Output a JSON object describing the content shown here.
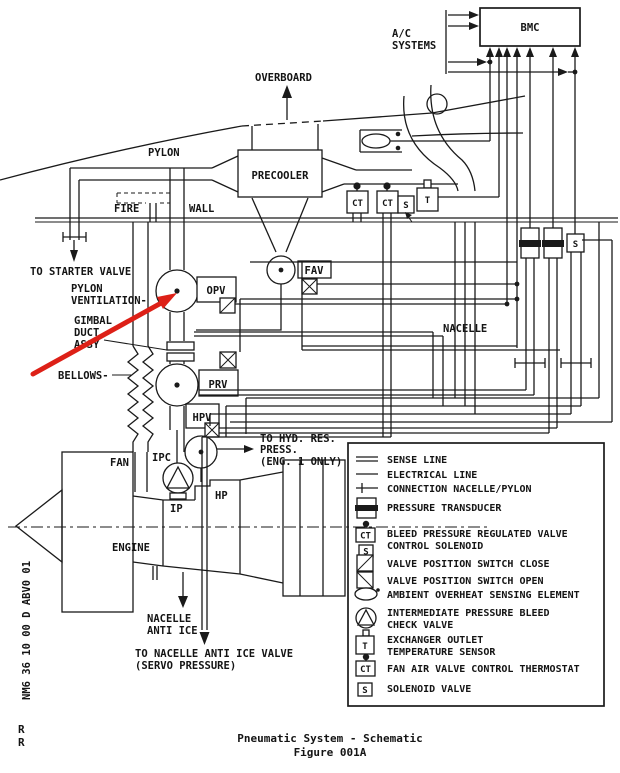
{
  "schematic": {
    "components": {
      "bmc": "BMC",
      "ac_systems": [
        "A/C",
        "SYSTEMS"
      ],
      "overboard": "OVERBOARD",
      "pylon": "PYLON",
      "precooler": "PRECOOLER",
      "fire": "FIRE",
      "wall": "WALL",
      "nacelle": "NACELLE",
      "fan": "FAN",
      "engine": "ENGINE",
      "ipc": "IPC",
      "ip": "IP",
      "hp": "HP",
      "opv": "OPV",
      "fav": "FAV",
      "prv": "PRV",
      "hpv": "HPV",
      "ct": "CT",
      "s": "S",
      "t": "T"
    },
    "annotations": {
      "to_starter_valve": "TO STARTER VALVE",
      "pylon_ventilation": [
        "PYLON",
        "VENTILATION-"
      ],
      "gimbal": [
        "GIMBAL",
        "DUCT",
        "ASSY"
      ],
      "bellows": "BELLOWS-",
      "to_hyd": [
        "TO HYD. RES.",
        "PRESS.",
        "(ENG. 1 ONLY)"
      ],
      "nacelle_anti_ice": [
        "NACELLE",
        "ANTI ICE"
      ],
      "to_nacelle_valve": [
        "TO NACELLE ANTI ICE VALVE",
        "(SERVO PRESSURE)"
      ]
    }
  },
  "legend": {
    "items": [
      {
        "symbol": "sense-line",
        "lines": [
          "SENSE LINE"
        ]
      },
      {
        "symbol": "electrical-line",
        "lines": [
          "ELECTRICAL LINE"
        ]
      },
      {
        "symbol": "connection-nacelle-pylon",
        "lines": [
          "CONNECTION NACELLE/PYLON"
        ]
      },
      {
        "symbol": "pressure-transducer",
        "lines": [
          "PRESSURE TRANSDUCER"
        ]
      },
      {
        "symbol": "bleed-pressure-regulated-valve-control-solenoid",
        "lines": [
          "BLEED PRESSURE REGULATED VALVE",
          "CONTROL SOLENOID"
        ]
      },
      {
        "symbol": "valve-position-switch-close",
        "lines": [
          "VALVE POSITION SWITCH CLOSE"
        ]
      },
      {
        "symbol": "valve-position-switch-open",
        "lines": [
          "VALVE POSITION SWITCH OPEN"
        ]
      },
      {
        "symbol": "ambient-overheat-sensing-element",
        "lines": [
          "AMBIENT OVERHEAT SENSING ELEMENT"
        ]
      },
      {
        "symbol": "intermediate-pressure-bleed-check-valve",
        "lines": [
          "INTERMEDIATE PRESSURE BLEED",
          "CHECK VALVE"
        ]
      },
      {
        "symbol": "exchanger-outlet-temperature-sensor",
        "lines": [
          "EXCHANGER OUTLET",
          "TEMPERATURE SENSOR"
        ]
      },
      {
        "symbol": "fan-air-valve-control-thermostat",
        "lines": [
          "FAN AIR VALVE CONTROL THERMOSTAT"
        ]
      },
      {
        "symbol": "solenoid-valve",
        "lines": [
          "SOLENOID VALVE"
        ]
      }
    ],
    "small_labels": {
      "ct": "CT",
      "s": "S",
      "t": "T"
    }
  },
  "footer": {
    "caption": [
      "Pneumatic System - Schematic",
      "Figure 001A"
    ],
    "revision_marks": [
      "R",
      "R"
    ],
    "doc_code": "NM6 36 10 00 D ABV0 01"
  },
  "annotation_overlay": {
    "type": "arrow",
    "color": "#dd2017",
    "target": "pylon-ventilation-opv-valve"
  }
}
